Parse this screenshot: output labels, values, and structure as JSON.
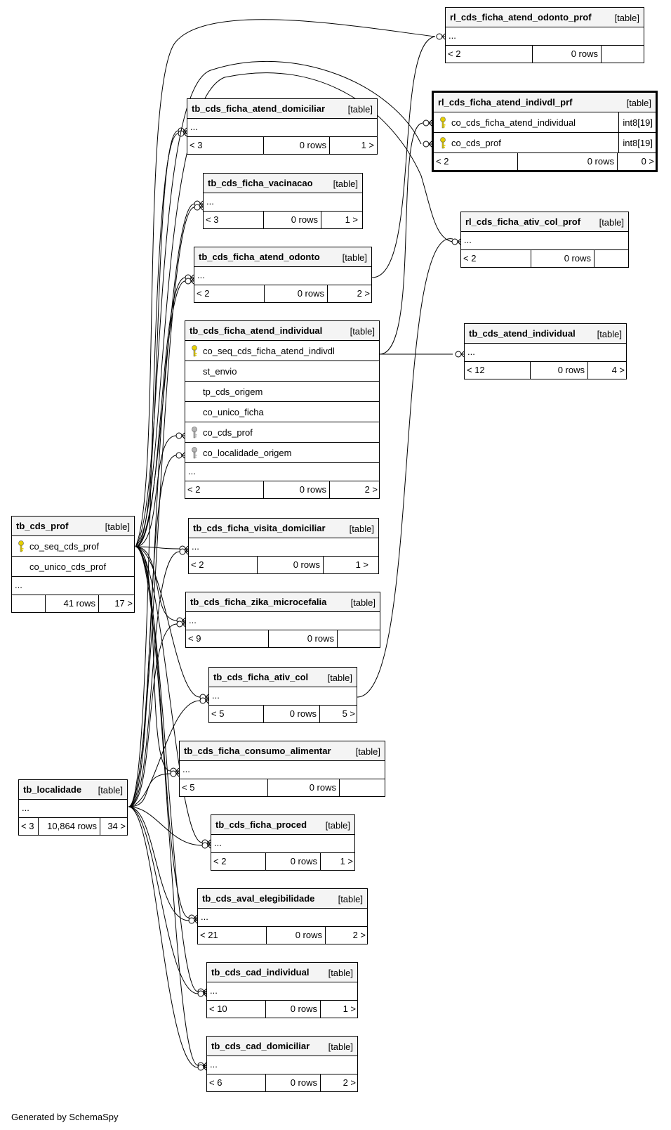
{
  "footer_text": "Generated by SchemaSpy",
  "tables": [
    {
      "name": "rl_cds_ficha_atend_odonto_prof",
      "tag": "[table]",
      "columns": [],
      "ellipsis": "...",
      "footer": [
        "< 2",
        "0 rows",
        ""
      ]
    },
    {
      "name": "rl_cds_ficha_atend_indivdl_prf",
      "tag": "[table]",
      "selected": true,
      "columns": [
        {
          "name": "co_cds_ficha_atend_individual",
          "key": "primary",
          "type": "int8[19]"
        },
        {
          "name": "co_cds_prof",
          "key": "primary",
          "type": "int8[19]"
        }
      ],
      "ellipsis": "",
      "footer": [
        "< 2",
        "0 rows",
        "0 >"
      ]
    },
    {
      "name": "tb_cds_ficha_atend_domiciliar",
      "tag": "[table]",
      "columns": [],
      "ellipsis": "...",
      "footer": [
        "< 3",
        "0 rows",
        "1 >"
      ]
    },
    {
      "name": "tb_cds_ficha_vacinacao",
      "tag": "[table]",
      "columns": [],
      "ellipsis": "...",
      "footer": [
        "< 3",
        "0 rows",
        "1 >"
      ]
    },
    {
      "name": "rl_cds_ficha_ativ_col_prof",
      "tag": "[table]",
      "columns": [],
      "ellipsis": "...",
      "footer": [
        "< 2",
        "0 rows",
        ""
      ]
    },
    {
      "name": "tb_cds_ficha_atend_odonto",
      "tag": "[table]",
      "columns": [],
      "ellipsis": "...",
      "footer": [
        "< 2",
        "0 rows",
        "2 >"
      ]
    },
    {
      "name": "tb_cds_ficha_atend_individual",
      "tag": "[table]",
      "columns": [
        {
          "name": "co_seq_cds_ficha_atend_indivdl",
          "key": "primary"
        },
        {
          "name": "st_envio",
          "key": ""
        },
        {
          "name": "tp_cds_origem",
          "key": ""
        },
        {
          "name": "co_unico_ficha",
          "key": ""
        },
        {
          "name": "co_cds_prof",
          "key": "foreign"
        },
        {
          "name": "co_localidade_origem",
          "key": "foreign"
        }
      ],
      "ellipsis": "...",
      "footer": [
        "< 2",
        "0 rows",
        "2 >"
      ]
    },
    {
      "name": "tb_cds_atend_individual",
      "tag": "[table]",
      "columns": [],
      "ellipsis": "...",
      "footer": [
        "< 12",
        "0 rows",
        "4 >"
      ]
    },
    {
      "name": "tb_cds_prof",
      "tag": "[table]",
      "columns": [
        {
          "name": "co_seq_cds_prof",
          "key": "primary"
        },
        {
          "name": "co_unico_cds_prof",
          "key": ""
        }
      ],
      "ellipsis": "...",
      "footer": [
        "",
        "41 rows",
        "17 >"
      ]
    },
    {
      "name": "tb_cds_ficha_visita_domiciliar",
      "tag": "[table]",
      "columns": [],
      "ellipsis": "...",
      "footer": [
        "< 2",
        "0 rows",
        "1 >"
      ]
    },
    {
      "name": "tb_cds_ficha_zika_microcefalia",
      "tag": "[table]",
      "columns": [],
      "ellipsis": "...",
      "footer": [
        "< 9",
        "0 rows",
        ""
      ]
    },
    {
      "name": "tb_cds_ficha_ativ_col",
      "tag": "[table]",
      "columns": [],
      "ellipsis": "...",
      "footer": [
        "< 5",
        "0 rows",
        "5 >"
      ]
    },
    {
      "name": "tb_cds_ficha_consumo_alimentar",
      "tag": "[table]",
      "columns": [],
      "ellipsis": "...",
      "footer": [
        "< 5",
        "0 rows",
        ""
      ]
    },
    {
      "name": "tb_localidade",
      "tag": "[table]",
      "columns": [],
      "ellipsis": "...",
      "footer": [
        "< 3",
        "10,864 rows",
        "34 >"
      ]
    },
    {
      "name": "tb_cds_ficha_proced",
      "tag": "[table]",
      "columns": [],
      "ellipsis": "...",
      "footer": [
        "< 2",
        "0 rows",
        "1 >"
      ]
    },
    {
      "name": "tb_cds_aval_elegibilidade",
      "tag": "[table]",
      "columns": [],
      "ellipsis": "...",
      "footer": [
        "< 21",
        "0 rows",
        "2 >"
      ]
    },
    {
      "name": "tb_cds_cad_individual",
      "tag": "[table]",
      "columns": [],
      "ellipsis": "...",
      "footer": [
        "< 10",
        "0 rows",
        "1 >"
      ]
    },
    {
      "name": "tb_cds_cad_domiciliar",
      "tag": "[table]",
      "columns": [],
      "ellipsis": "...",
      "footer": [
        "< 6",
        "0 rows",
        "2 >"
      ]
    }
  ]
}
